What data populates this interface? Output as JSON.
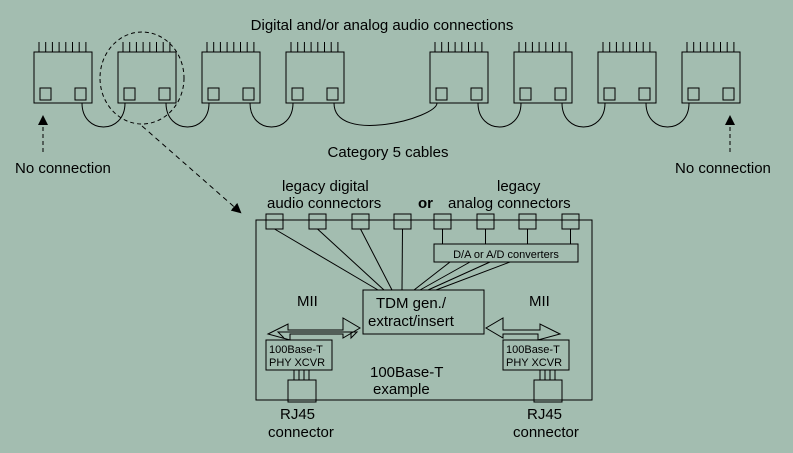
{
  "colors": {
    "background": "#a3bdb0",
    "line": "#000000"
  },
  "title": "Digital and/or analog audio connections",
  "cable_label": "Category 5 cables",
  "left_note": "No connection",
  "right_note": "No connection",
  "detail": {
    "legacy_digital_line1": "legacy digital",
    "legacy_digital_line2": "audio connectors",
    "or_label": "or",
    "legacy_analog_line1": "legacy",
    "legacy_analog_line2": "analog connectors",
    "converter_label": "D/A or A/D converters",
    "tdm_line1": "TDM gen./",
    "tdm_line2": "extract/insert",
    "mii_left": "MII",
    "mii_right": "MII",
    "phy_left_line1": "100Base-T",
    "phy_left_line2": "PHY XCVR",
    "phy_right_line1": "100Base-T",
    "phy_right_line2": "PHY XCVR",
    "example_line1": "100Base-T",
    "example_line2": "example",
    "rj45_left_line1": "RJ45",
    "rj45_left_line2": "connector",
    "rj45_right_line1": "RJ45",
    "rj45_right_line2": "connector"
  }
}
